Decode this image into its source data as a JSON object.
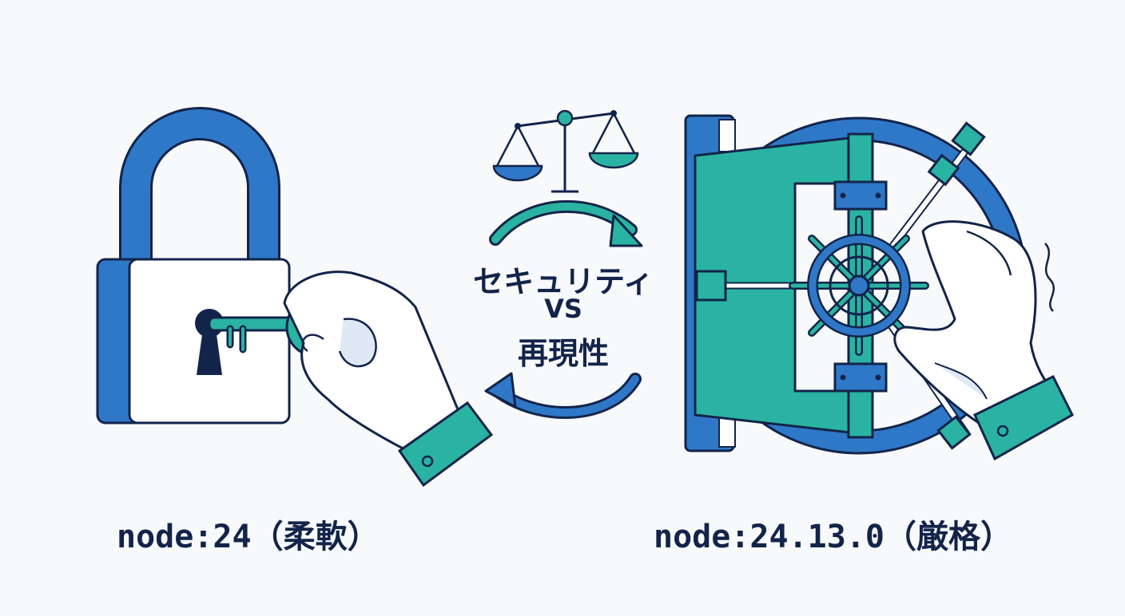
{
  "left": {
    "caption": "node:24（柔軟）",
    "icon": "padlock-with-key-icon"
  },
  "center": {
    "line1": "セキュリティ",
    "line2": "VS",
    "line3": "再現性",
    "icons": [
      "balance-scale-icon",
      "cycle-arrows-icon"
    ]
  },
  "right": {
    "caption": "node:24.13.0（厳格）",
    "icon": "vault-door-icon"
  },
  "colors": {
    "navy": "#13244a",
    "blue": "#2f78c8",
    "teal": "#2ab3a3",
    "background": "#f7f9fa"
  }
}
